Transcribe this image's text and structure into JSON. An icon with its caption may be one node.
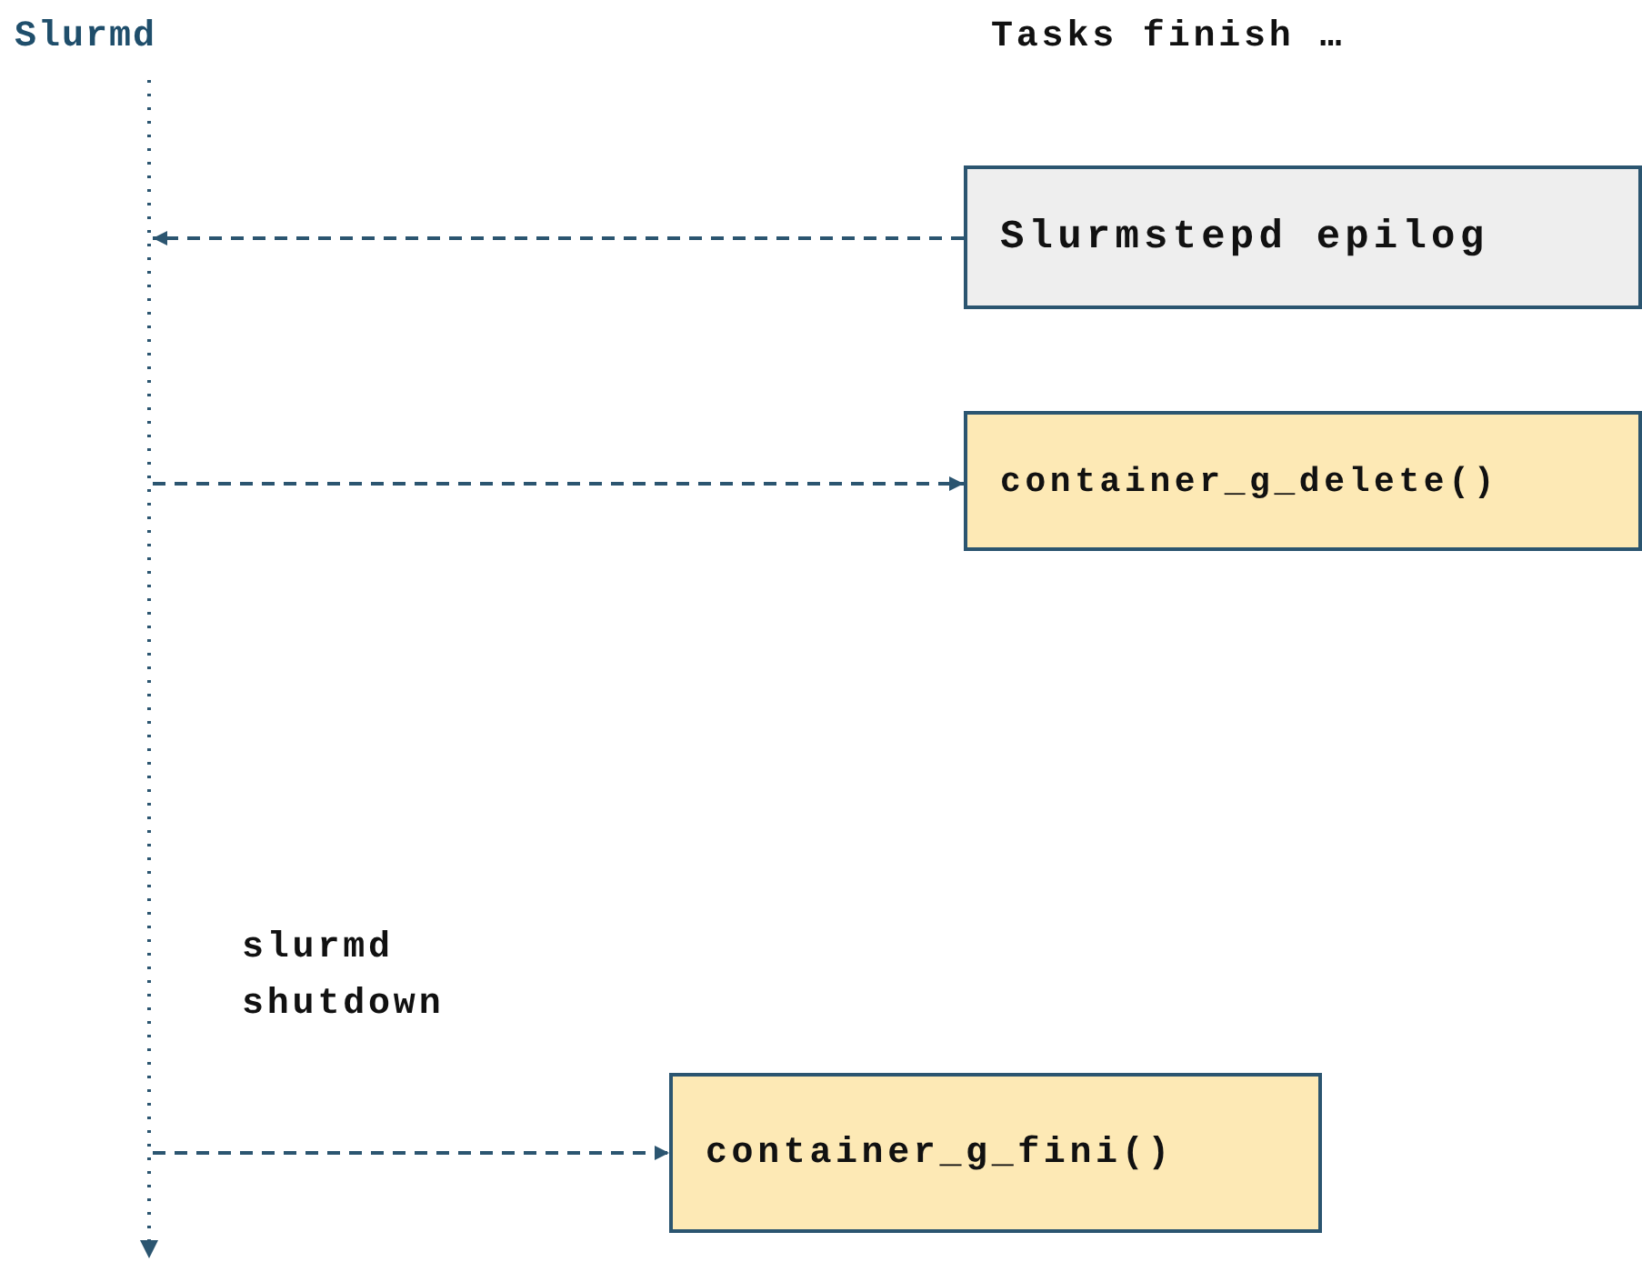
{
  "diagram": {
    "nodes": [
      {
        "text": [
          "Slurmd"
        ]
      },
      {
        "text": [],
        "shape": "bar"
      },
      {
        "text": [
          "Slurmstepd epilog"
        ]
      },
      {
        "text": [
          "container_g_delete()"
        ]
      },
      {
        "text": [
          "container_g_fini()"
        ]
      }
    ],
    "edges": [
      {
        "from": 2,
        "to": 1,
        "arrow": "to",
        "style": "dashed"
      },
      {
        "from": 1,
        "to": 3,
        "arrow": "to",
        "style": "dashed"
      },
      {
        "from": 1,
        "to": 4,
        "arrow": "to",
        "style": "dashed"
      }
    ],
    "labels": [
      "Tasks finish …",
      "slurmd shutdown"
    ]
  }
}
